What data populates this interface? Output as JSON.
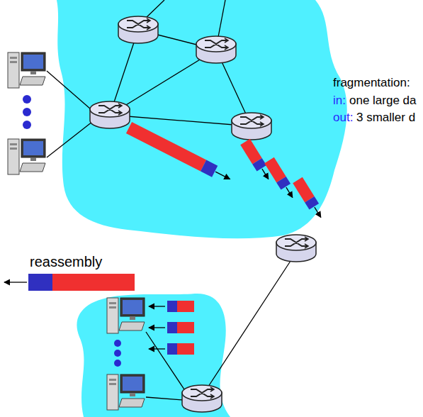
{
  "diagram": {
    "labels": [
      "fragmentation:",
      "in:",
      "one large da",
      "out:",
      "3 smaller d",
      "reassembly"
    ]
  }
}
